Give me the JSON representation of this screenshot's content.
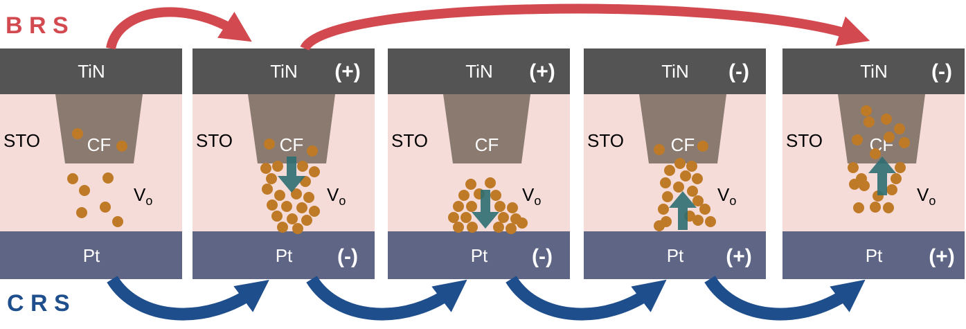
{
  "labels": {
    "brs": "B R S",
    "crs": "C R S",
    "top_electrode": "TiN",
    "bottom_electrode": "Pt",
    "oxide": "STO",
    "filament": "CF",
    "vacancy_main": "V",
    "vacancy_sub": "o"
  },
  "colors": {
    "brs_arrow": "#d24a4f",
    "crs_arrow": "#1f4e8c",
    "tin": "#545454",
    "sto": "#f5dcd8",
    "pt": "#5e6585",
    "filament": "#8a7a70",
    "vacancy": "#bf7a27",
    "field_arrow": "#2f6e72"
  },
  "panels": [
    {
      "id": "p1",
      "top_polarity": "",
      "bottom_polarity": "",
      "field_arrow": "none"
    },
    {
      "id": "p2",
      "top_polarity": "(+)",
      "bottom_polarity": "(-)",
      "field_arrow": "down"
    },
    {
      "id": "p3",
      "top_polarity": "(+)",
      "bottom_polarity": "(-)",
      "field_arrow": "down"
    },
    {
      "id": "p4",
      "top_polarity": "(-)",
      "bottom_polarity": "(+)",
      "field_arrow": "up"
    },
    {
      "id": "p5",
      "top_polarity": "(-)",
      "bottom_polarity": "(+)",
      "field_arrow": "up"
    }
  ]
}
